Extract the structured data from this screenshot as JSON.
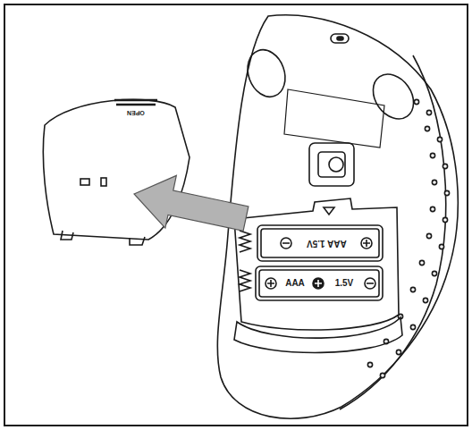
{
  "diagram": {
    "labels": [
      "OPEN",
      "AAA 1.5V",
      "AAA",
      "1.5V"
    ]
  }
}
